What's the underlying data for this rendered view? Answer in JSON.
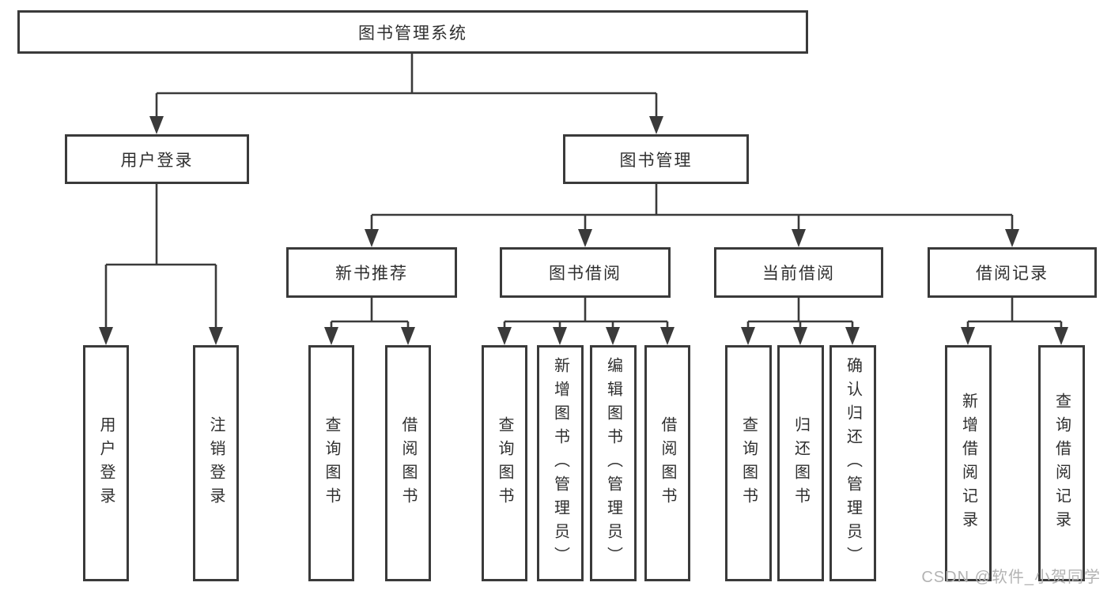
{
  "diagram_title": "图书管理系统",
  "tree": {
    "root": {
      "label": "图书管理系统"
    },
    "children": [
      {
        "label": "用户登录",
        "children": [
          {
            "label": "用户登录"
          },
          {
            "label": "注销登录"
          }
        ]
      },
      {
        "label": "图书管理",
        "children": [
          {
            "label": "新书推荐",
            "children": [
              {
                "label": "查询图书"
              },
              {
                "label": "借阅图书"
              }
            ]
          },
          {
            "label": "图书借阅",
            "children": [
              {
                "label": "查询图书"
              },
              {
                "label": "新增图书（管理员）"
              },
              {
                "label": "编辑图书（管理员）"
              },
              {
                "label": "借阅图书"
              }
            ]
          },
          {
            "label": "当前借阅",
            "children": [
              {
                "label": "查询图书"
              },
              {
                "label": "归还图书"
              },
              {
                "label": "确认归还（管理员）"
              }
            ]
          },
          {
            "label": "借阅记录",
            "children": [
              {
                "label": "新增借阅记录"
              },
              {
                "label": "查询借阅记录"
              }
            ]
          }
        ]
      }
    ]
  },
  "watermark": {
    "text": "CSDN @软件_小贺同学"
  },
  "colors": {
    "line": "#3a3a3a",
    "box_border": "#3a3a3a",
    "text": "#2f2f2f",
    "background": "#ffffff",
    "watermark": "#b3b3b3"
  }
}
